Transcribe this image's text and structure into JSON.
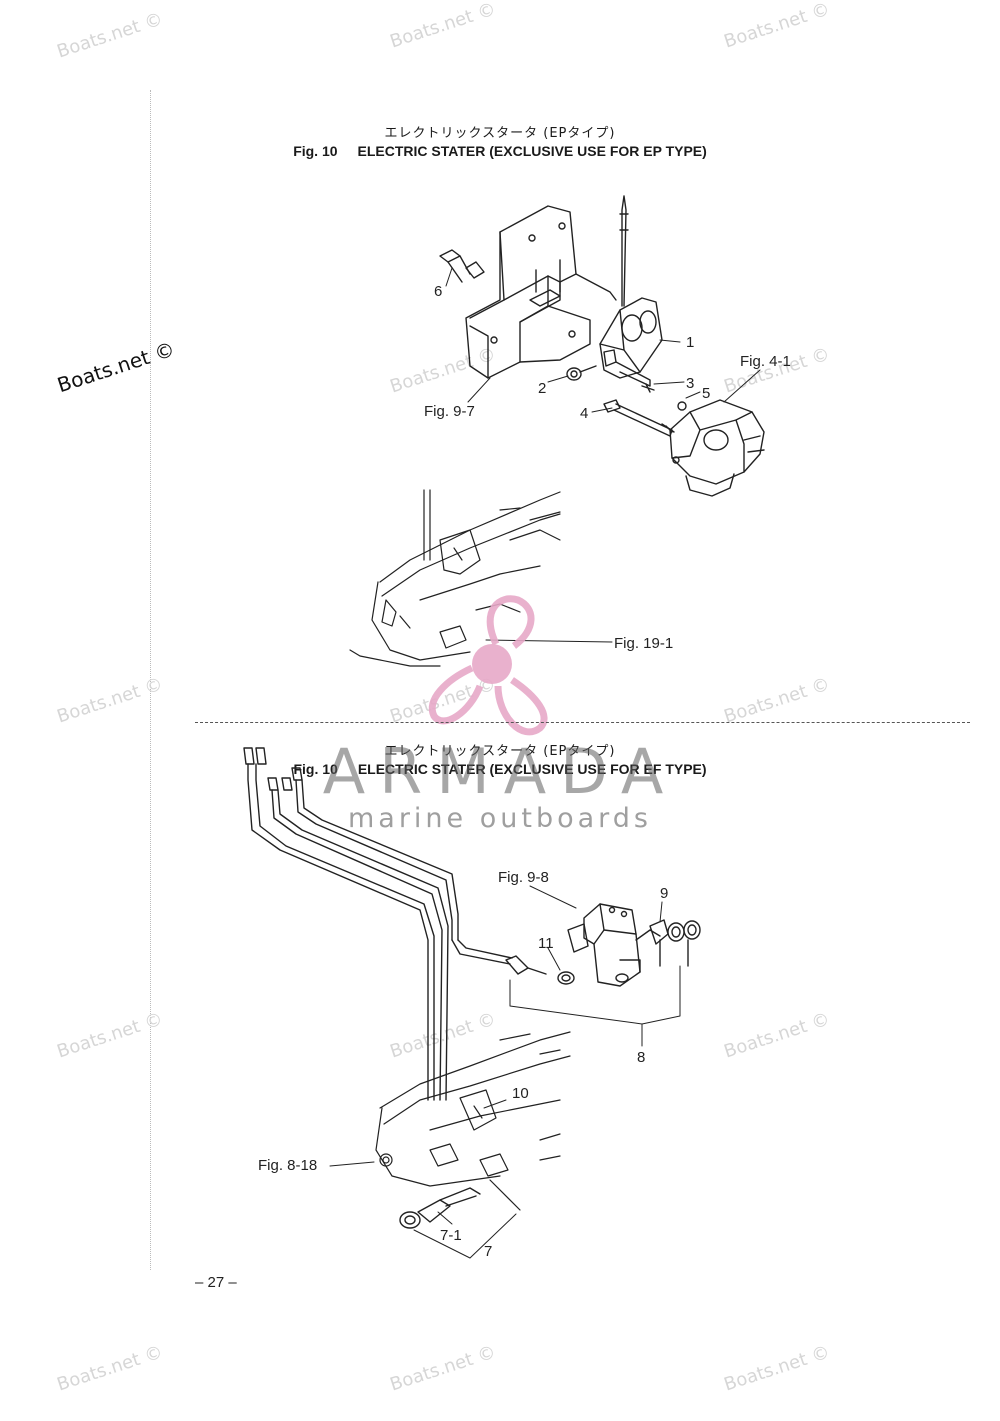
{
  "watermarks": {
    "text": "Boats.net ©",
    "strong_text": "Boats.net ©"
  },
  "figure_top": {
    "title_jp": "エレクトリックスタータ (EPタイプ)",
    "fig_number": "Fig. 10",
    "title_en": "ELECTRIC STATER (EXCLUSIVE USE FOR EP TYPE)",
    "labels": {
      "l1": "1",
      "l2": "2",
      "l3": "3",
      "l4": "4",
      "l5": "5",
      "l6": "6",
      "ref_9_7": "Fig. 9-7",
      "ref_4_1": "Fig. 4-1",
      "ref_19_1": "Fig. 19-1"
    }
  },
  "figure_bottom": {
    "title_jp": "エレクトリックスタータ (EPタイプ)",
    "fig_number": "Fig. 10",
    "title_en": "ELECTRIC STATER (EXCLUSIVE USE FOR EF TYPE)",
    "labels": {
      "l7": "7",
      "l7_1": "7-1",
      "l8": "8",
      "l9": "9",
      "l10": "10",
      "l11": "11",
      "ref_9_8": "Fig. 9-8",
      "ref_8_18": "Fig. 8-18"
    }
  },
  "brand": {
    "name": "ARMADA",
    "tagline": "marine outboards",
    "logo_icon": "propeller-icon",
    "logo_color": "#e7a9c8"
  },
  "page_number": "– 27 –"
}
